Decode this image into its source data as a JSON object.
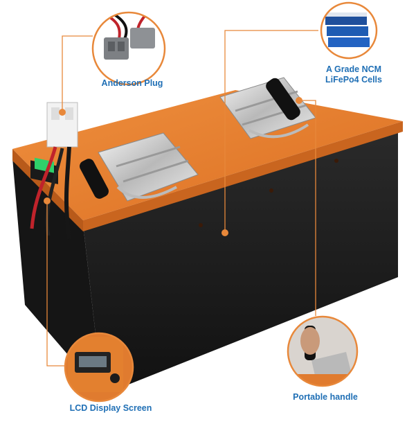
{
  "callouts": {
    "anderson_plug": "Anderson Plug",
    "cells_line1": "A Grade NCM",
    "cells_line2": "LiFePo4 Cells",
    "lcd_screen": "LCD Display Screen",
    "portable_handle": "Portable handle"
  },
  "colors": {
    "accent_orange": "#e8883a",
    "label_blue": "#1f6fb5",
    "battery_top": "#e67e2e",
    "battery_body": "#1c1c1c",
    "lcd_green": "#2fd06a"
  }
}
